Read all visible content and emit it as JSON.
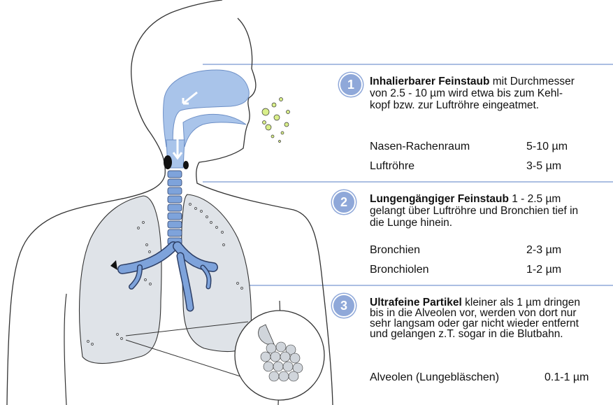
{
  "sections": [
    {
      "number": "1",
      "bold": "Inhalierbarer Feinstaub",
      "rest_first": " mit Durchmesser",
      "lines": [
        "von 2.5 - 10 µm wird etwa bis zum Kehl-",
        "kopf bzw. zur Luftröhre eingeatmet."
      ],
      "rows": [
        {
          "name": "Nasen-Rachenraum",
          "value": "5-10 µm"
        },
        {
          "name": "Luftröhre",
          "value": "3-5 µm"
        }
      ]
    },
    {
      "number": "2",
      "bold": "Lungengängiger  Feinstaub",
      "rest_first": " 1 - 2.5 µm",
      "lines": [
        "gelangt über Luftröhre und Bronchien tief in",
        "die Lunge hinein."
      ],
      "rows": [
        {
          "name": "Bronchien",
          "value": "2-3 µm"
        },
        {
          "name": "Bronchiolen",
          "value": "1-2 µm"
        }
      ]
    },
    {
      "number": "3",
      "bold": "Ultrafeine Partikel",
      "rest_first": " kleiner als 1 µm dringen",
      "lines": [
        "bis in die Alveolen vor, werden von dort nur",
        "sehr langsam oder gar nicht wieder entfernt",
        "und gelangen z.T. sogar in die Blutbahn."
      ],
      "rows": [
        {
          "name": "Alveolen (Lungebläschen)",
          "value": "0.1-1 µm"
        }
      ]
    }
  ],
  "colors": {
    "airway": "#a9c4ea",
    "lung": "#dfe3e8",
    "badge": "#8fa8d9",
    "divider": "#8fa8d9",
    "particles": "#d9ef8a"
  }
}
